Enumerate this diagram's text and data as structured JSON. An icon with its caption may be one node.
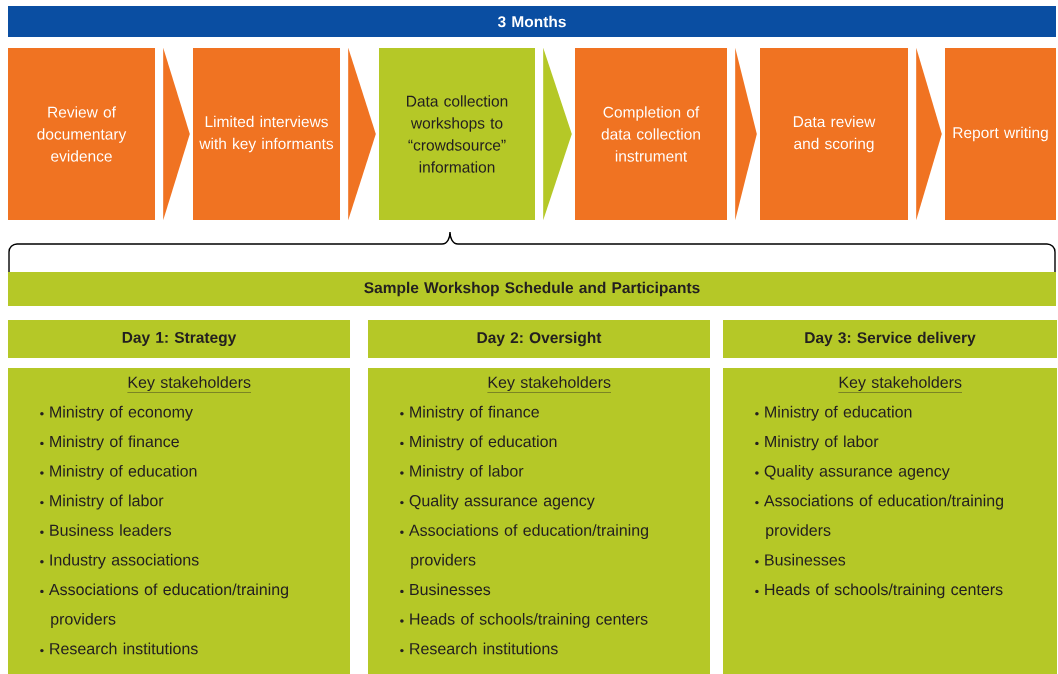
{
  "diagram": {
    "nodes": [
      {
        "text": [
          "3 Months"
        ]
      },
      {
        "text": [
          "Review of documentary evidence"
        ]
      },
      {
        "text": [
          "Limited interviews with key informants"
        ]
      },
      {
        "text": [
          "Data collection workshops to “crowdsource” information"
        ]
      },
      {
        "text": [
          "Completion of data collection instrument"
        ]
      },
      {
        "text": [
          "Data review and scoring"
        ]
      },
      {
        "text": [
          "Report writing"
        ]
      },
      {
        "text": [
          "Sample Workshop Schedule and Participants"
        ]
      },
      {
        "text": [
          "Day 1: Strategy"
        ]
      },
      {
        "text": [
          "Day 2: Oversight"
        ]
      },
      {
        "text": [
          "Day 3: Service delivery"
        ]
      },
      {
        "text": [
          "Key stakeholders",
          "Ministry of economy",
          "Ministry of finance",
          "Ministry of education",
          "Ministry of labor",
          "Business leaders",
          "Industry associations",
          "Associations of education/training providers",
          "Research institutions"
        ]
      },
      {
        "text": [
          "Key stakeholders",
          "Ministry of finance",
          "Ministry of education",
          "Ministry of labor",
          "Quality assurance agency",
          "Associations of education/training providers",
          "Businesses",
          "Heads of schools/training centers",
          "Research institutions"
        ]
      },
      {
        "text": [
          "Key stakeholders",
          "Ministry of education",
          "Ministry of labor",
          "Quality assurance agency",
          "Associations of education/training providers",
          "Businesses",
          "Heads of schools/training centers"
        ]
      }
    ],
    "edges": [
      {
        "from": 1,
        "to": 2,
        "arrow": "to"
      },
      {
        "from": 2,
        "to": 3,
        "arrow": "to"
      },
      {
        "from": 3,
        "to": 4,
        "arrow": "to",
        "color": "#b5c827"
      },
      {
        "from": 4,
        "to": 5,
        "arrow": "to"
      },
      {
        "from": 5,
        "to": 6,
        "arrow": "to"
      }
    ]
  }
}
